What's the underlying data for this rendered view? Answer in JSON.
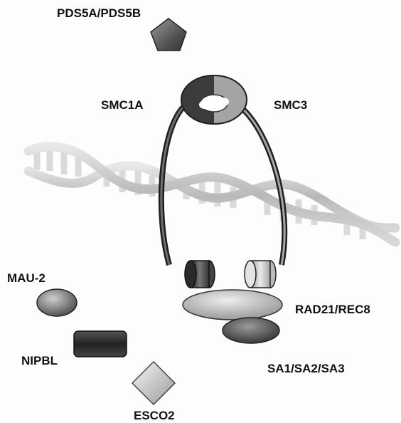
{
  "labels": {
    "pds5": "PDS5A/PDS5B",
    "smc1a": "SMC1A",
    "smc3": "SMC3",
    "mau2": "MAU-2",
    "nipbl": "NIPBL",
    "rad21": "RAD21/REC8",
    "sa": "SA1/SA2/SA3",
    "esco2": "ESCO2"
  },
  "colors": {
    "dark": "#3a3a3a",
    "mid": "#8a8a8a",
    "light": "#d2d2d2",
    "dna_strand": "#c9c9c9",
    "dna_rung": "#e2e2e2"
  }
}
